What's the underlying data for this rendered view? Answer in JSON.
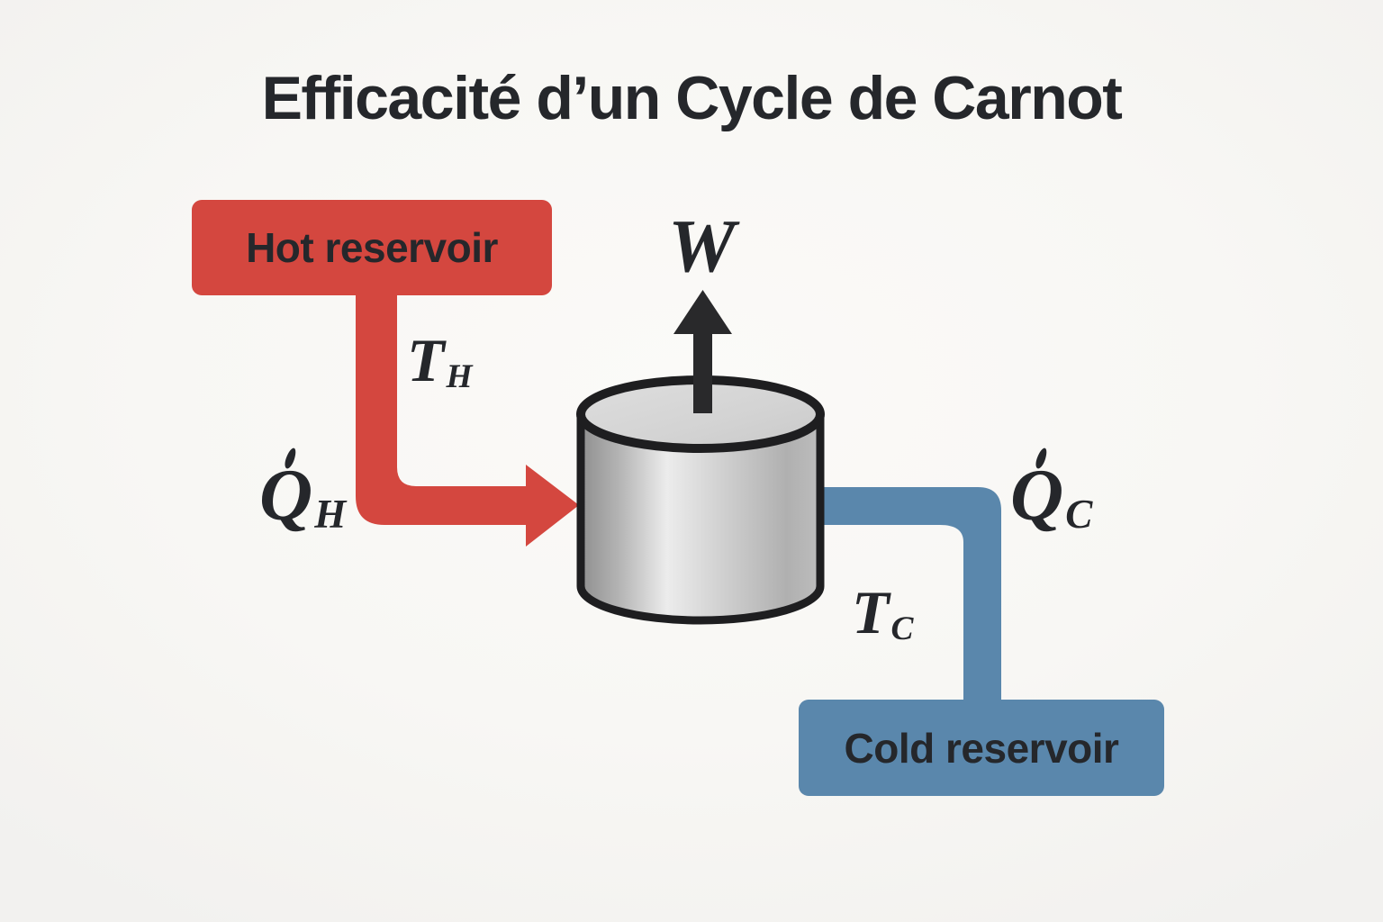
{
  "title": "Efficacité d’un Cycle de Carnot",
  "colors": {
    "bg": "#f8f7f4",
    "hot": "#d4473f",
    "cold": "#5a87ac",
    "ink": "#25272b",
    "arrow": "#29292b",
    "cylinder_outline": "#1e1e20"
  },
  "boxes": {
    "hot": {
      "label": "Hot reservoir"
    },
    "cold": {
      "label": "Cold reservoir"
    }
  },
  "labels": {
    "work": "W",
    "hot_temp": {
      "base": "T",
      "sub": "H"
    },
    "hot_heat": {
      "base": "Q",
      "sub": "H",
      "dot_above": true
    },
    "cold_temp": {
      "base": "T",
      "sub": "C"
    },
    "cold_heat": {
      "base": "Q",
      "sub": "C",
      "dot_above": true
    }
  }
}
